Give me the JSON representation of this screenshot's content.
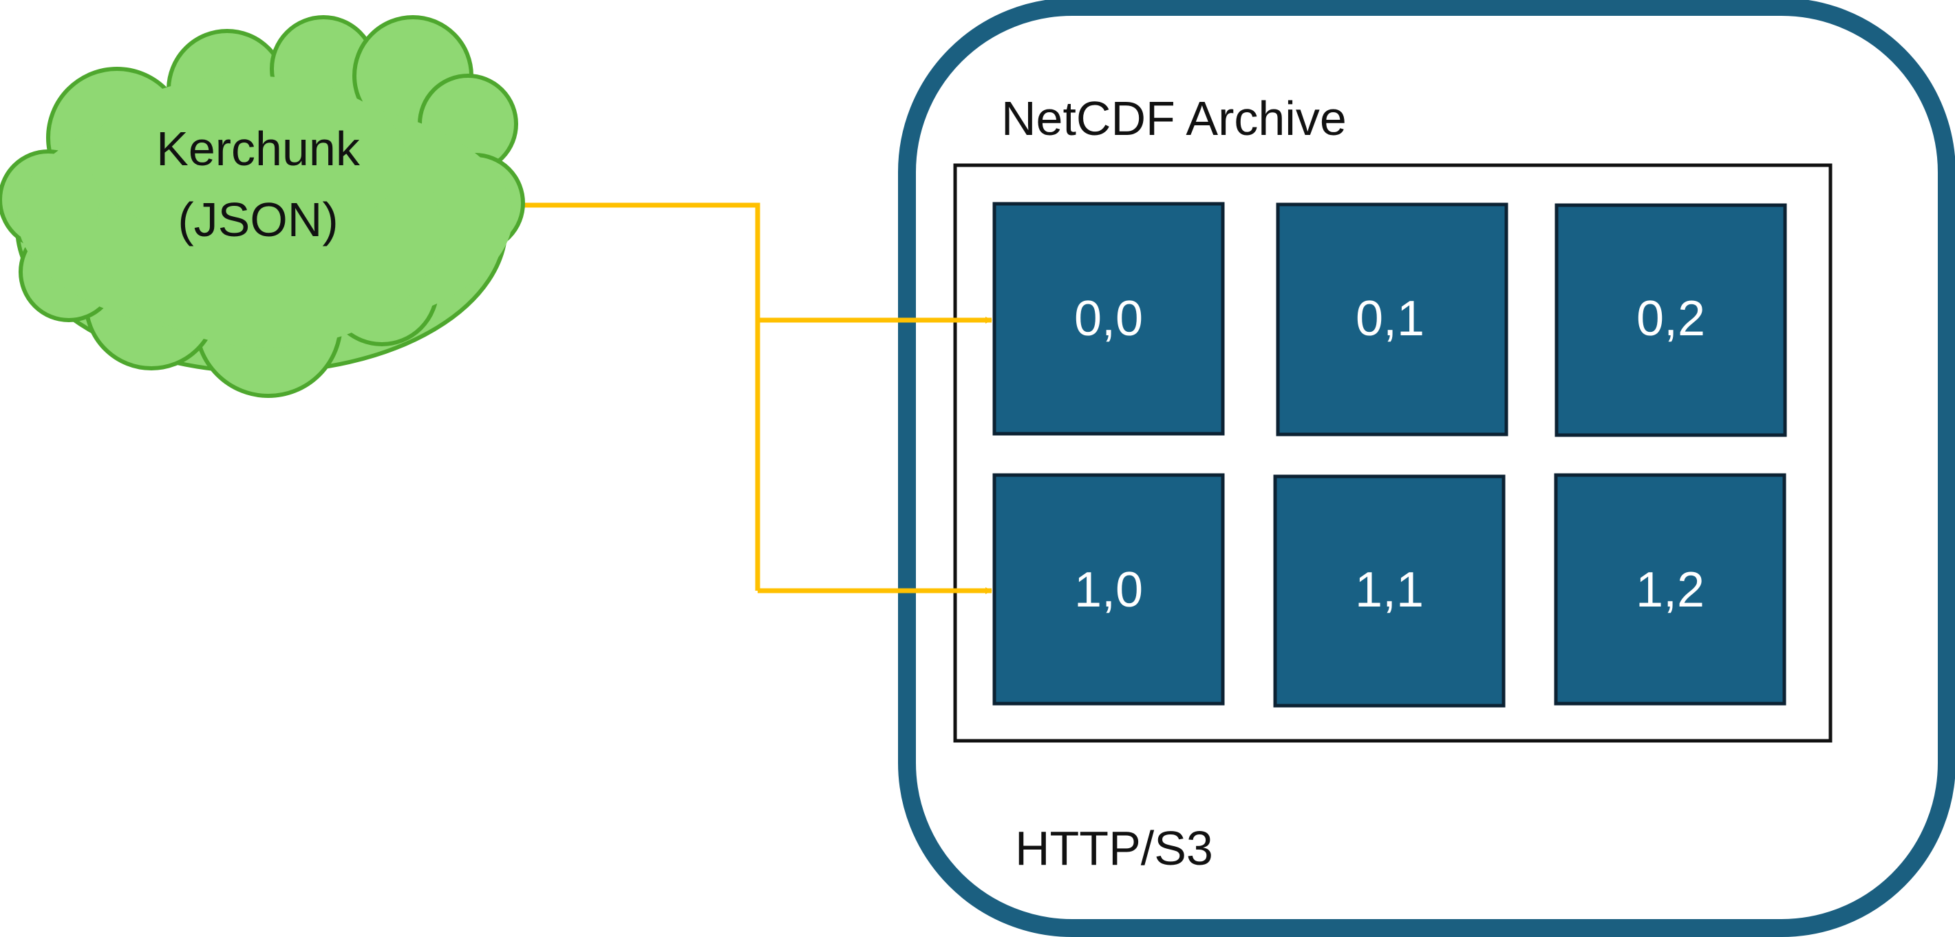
{
  "source": {
    "line1": "Kerchunk",
    "line2": "(JSON)"
  },
  "container": {
    "label": "HTTP/S3"
  },
  "archive": {
    "title": "NetCDF Archive"
  },
  "chunks": [
    {
      "label": "0,0"
    },
    {
      "label": "0,1"
    },
    {
      "label": "0,2"
    },
    {
      "label": "1,0"
    },
    {
      "label": "1,1"
    },
    {
      "label": "1,2"
    }
  ],
  "colors": {
    "cloud_fill": "#8fd873",
    "cloud_stroke": "#4ea72e",
    "container_border": "#1b5f80",
    "chunk_fill": "#186084",
    "chunk_stroke": "#0c2233",
    "arrow": "#ffc000",
    "archive_border": "#111111"
  },
  "icons": {
    "source": "cloud-shape",
    "connector": "arrow-right"
  }
}
